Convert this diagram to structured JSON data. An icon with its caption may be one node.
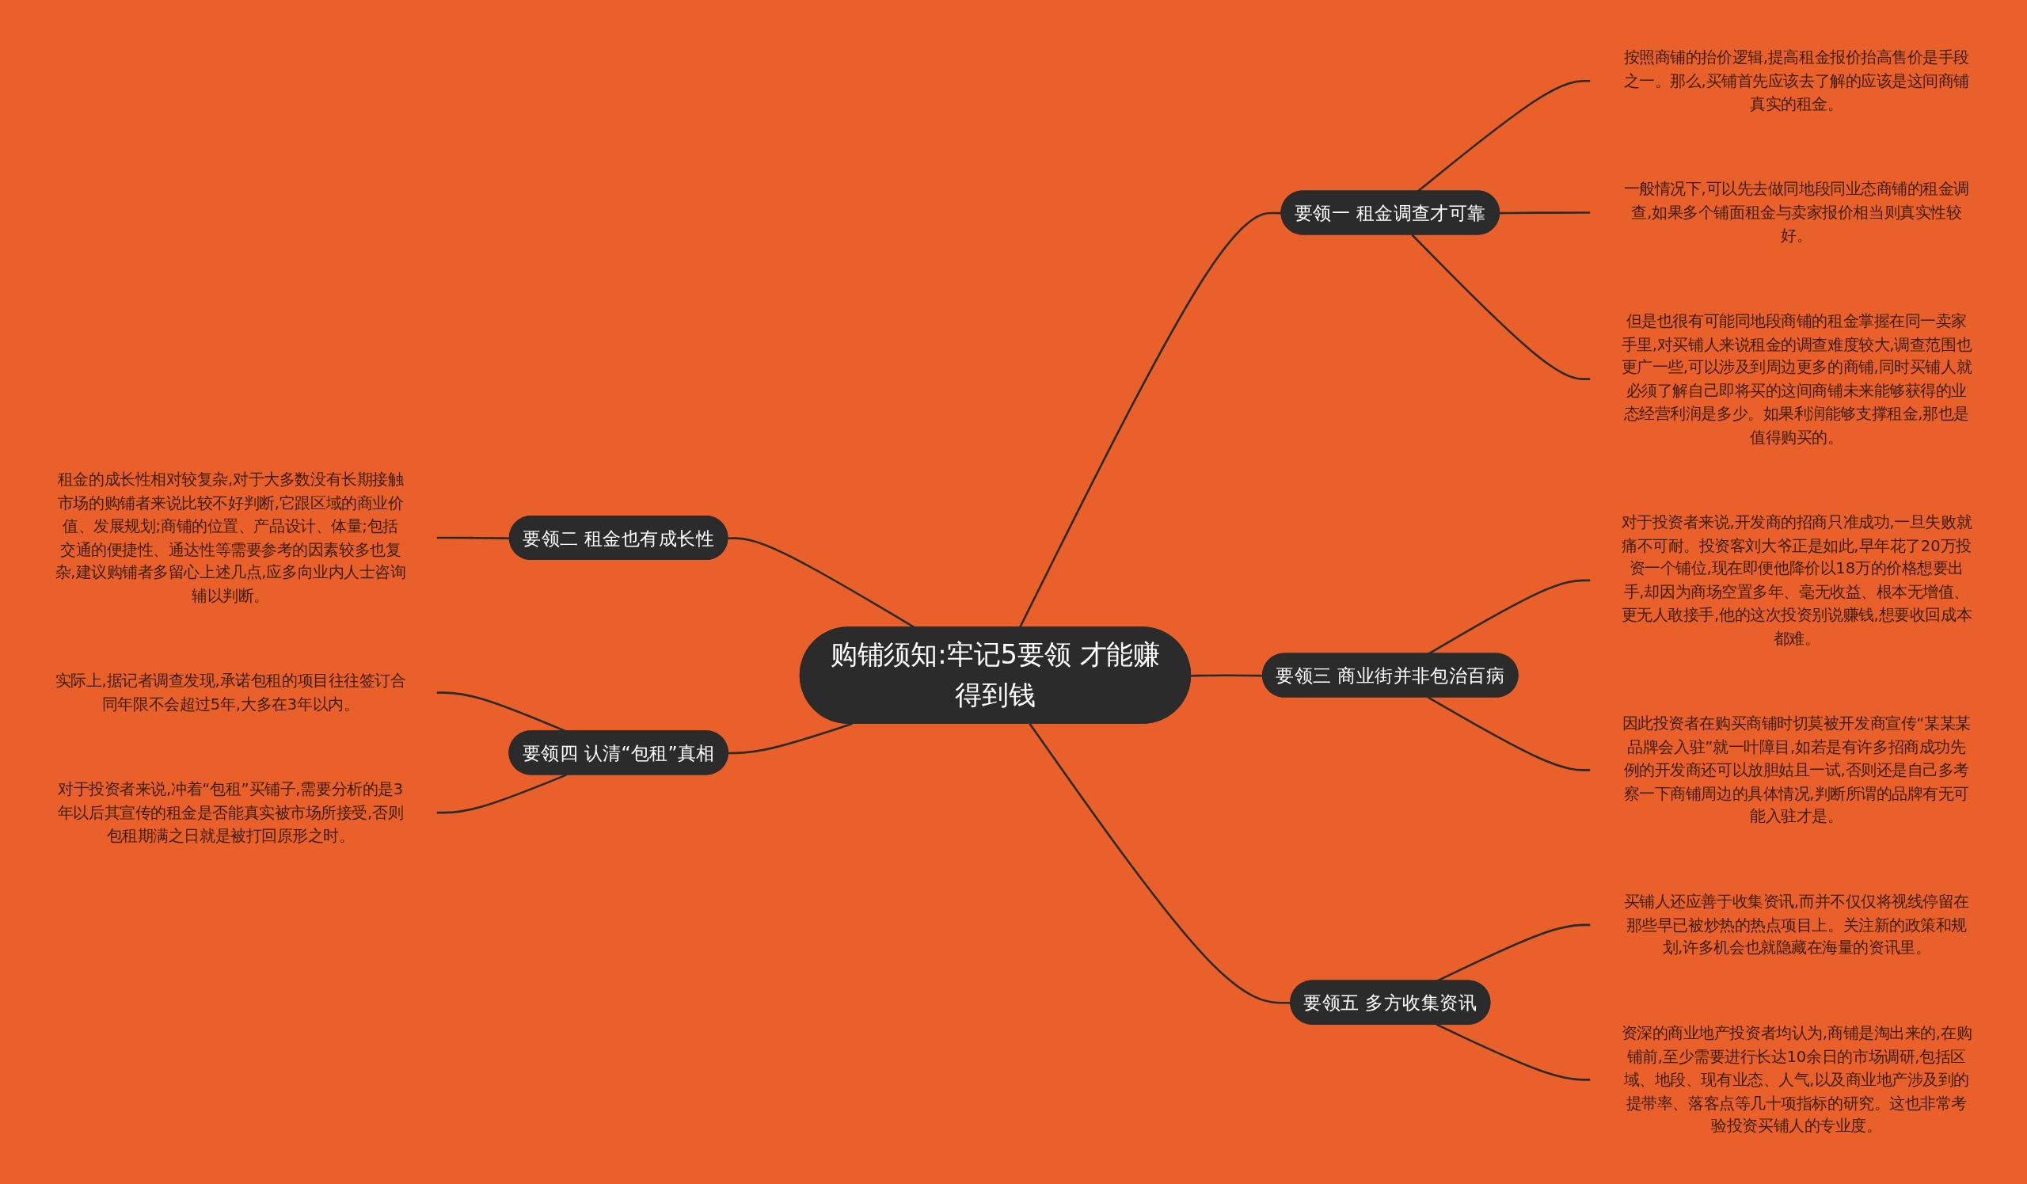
{
  "diagram": {
    "nodes": [
      {
        "text": [
          "购铺须知:牢记5要领 才能赚得到钱"
        ]
      },
      {
        "text": [
          "要领一 租金调查才可靠"
        ]
      },
      {
        "text": [
          "按照商铺的抬价逻辑,提高租金报价抬高售价是手段之一。那么,买铺首先应该去了解的应该是这间商铺真实的租金。"
        ]
      },
      {
        "text": [
          "一般情况下,可以先去做同地段同业态商铺的租金调查,如果多个铺面租金与卖家报价相当则真实性较好。"
        ]
      },
      {
        "text": [
          "但是也很有可能同地段商铺的租金掌握在同一卖家手里,对买铺人来说租金的调查难度较大,调查范围也更广一些,可以涉及到周边更多的商铺,同时买铺人就必须了解自己即将买的这间商铺未来能够获得的业态经营利润是多少。如果利润能够支撑租金,那也是值得购买的。"
        ]
      },
      {
        "text": [
          "要领二 租金也有成长性"
        ]
      },
      {
        "text": [
          "租金的成长性相对较复杂,对于大多数没有长期接触市场的购铺者来说比较不好判断,它跟区域的商业价值、发展规划;商铺的位置、产品设计、体量;包括交通的便捷性、通达性等需要参考的因素较多也复杂,建议购铺者多留心上述几点,应多向业内人士咨询辅以判断。"
        ]
      },
      {
        "text": [
          "要领三 商业街并非包治百病"
        ]
      },
      {
        "text": [
          "对于投资者来说,开发商的招商只准成功,一旦失败就痛不可耐。投资客刘大爷正是如此,早年花了20万投资一个铺位,现在即便他降价以18万的价格想要出手,却因为商场空置多年、毫无收益、根本无增值、更无人敢接手,他的这次投资别说赚钱,想要收回成本都难。"
        ]
      },
      {
        "text": [
          "因此投资者在购买商铺时切莫被开发商宣传“某某某品牌会入驻”就一叶障目,如若是有许多招商成功先例的开发商还可以放胆姑且一试,否则还是自己多考察一下商铺周边的具体情况,判断所谓的品牌有无可能入驻才是。"
        ]
      },
      {
        "text": [
          "要领四 认清“包租”真相"
        ]
      },
      {
        "text": [
          "实际上,据记者调查发现,承诺包租的项目往往签订合同年限不会超过5年,大多在3年以内。"
        ]
      },
      {
        "text": [
          "对于投资者来说,冲着“包租”买铺子,需要分析的是3年以后其宣传的租金是否能真实被市场所接受,否则包租期满之日就是被打回原形之时。"
        ]
      },
      {
        "text": [
          "要领五 多方收集资讯"
        ]
      },
      {
        "text": [
          "买铺人还应善于收集资讯,而并不仅仅将视线停留在那些早已被炒热的热点项目上。关注新的政策和规划,许多机会也就隐藏在海量的资讯里。"
        ]
      },
      {
        "text": [
          "资深的商业地产投资者均认为,商铺是淘出来的,在购铺前,至少需要进行长达10余日的市场调研,包括区域、地段、现有业态、人气,以及商业地产涉及到的提带率、落客点等几十项指标的研究。这也非常考验投资买铺人的专业度。"
        ]
      }
    ],
    "edges": [
      {
        "from": 0,
        "to": 1,
        "arrow": "none"
      },
      {
        "from": 1,
        "to": 2,
        "arrow": "none"
      },
      {
        "from": 1,
        "to": 3,
        "arrow": "none"
      },
      {
        "from": 1,
        "to": 4,
        "arrow": "none"
      },
      {
        "from": 5,
        "to": 0,
        "arrow": "none"
      },
      {
        "from": 6,
        "to": 5,
        "arrow": "none"
      },
      {
        "from": 0,
        "to": 7,
        "arrow": "none"
      },
      {
        "from": 7,
        "to": 8,
        "arrow": "none"
      },
      {
        "from": 7,
        "to": 9,
        "arrow": "none"
      },
      {
        "from": 10,
        "to": 0,
        "arrow": "none"
      },
      {
        "from": 11,
        "to": 10,
        "arrow": "none"
      },
      {
        "from": 12,
        "to": 10,
        "arrow": "none"
      },
      {
        "from": 0,
        "to": 13,
        "arrow": "none"
      },
      {
        "from": 13,
        "to": 14,
        "arrow": "none"
      },
      {
        "from": 13,
        "to": 15,
        "arrow": "none"
      }
    ]
  }
}
